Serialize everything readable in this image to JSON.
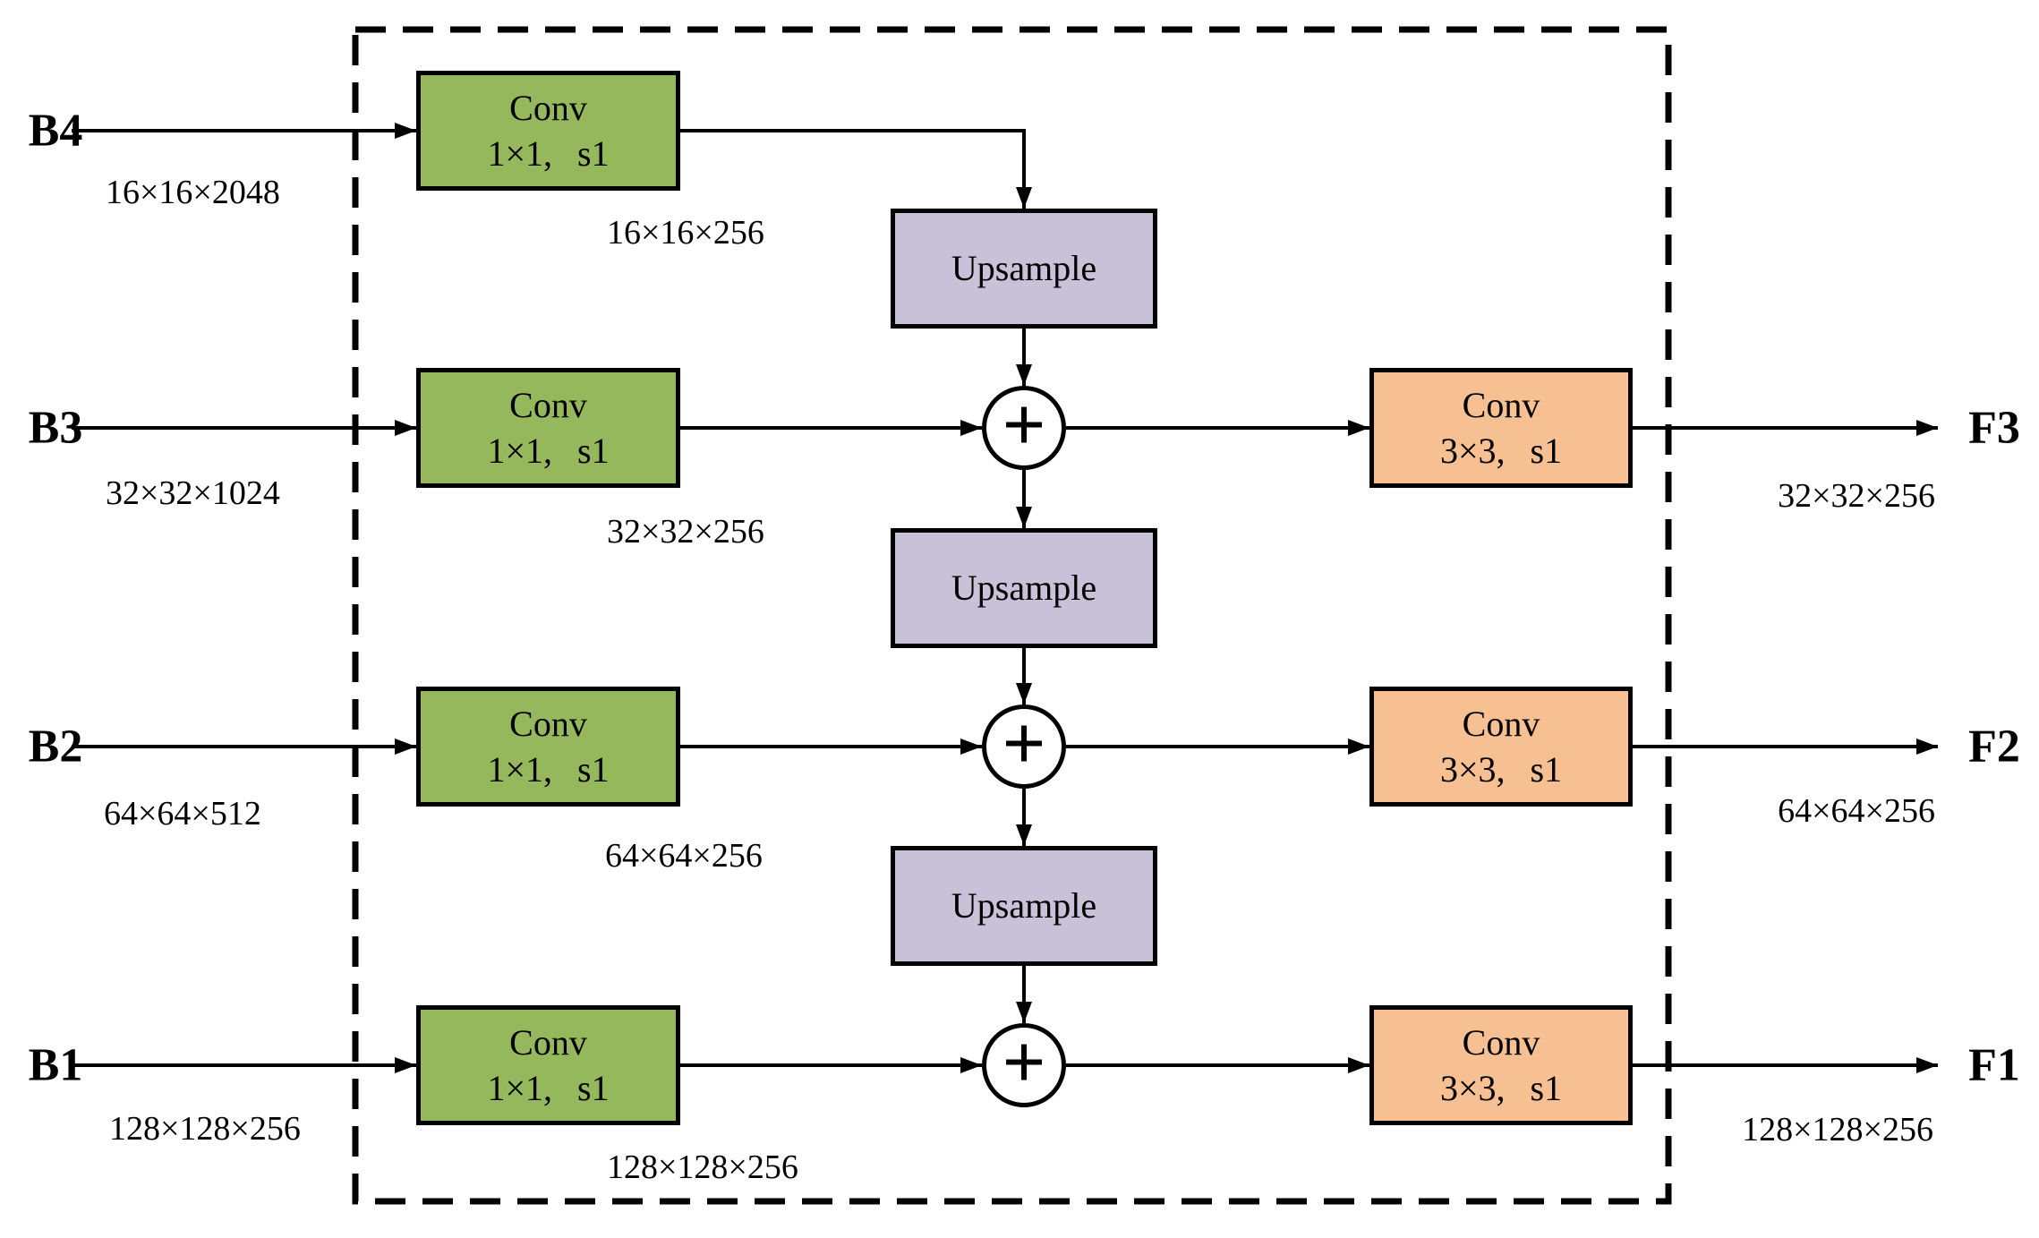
{
  "colors": {
    "conv1x1_fill": "#95B85C",
    "upsample_fill": "#C8C1D8",
    "conv3x3_fill": "#F7C092",
    "line": "#000000",
    "background": "#FFFFFF"
  },
  "inputs": [
    {
      "label": "B4",
      "dim": "16×16×2048"
    },
    {
      "label": "B3",
      "dim": "32×32×1024"
    },
    {
      "label": "B2",
      "dim": "64×64×512"
    },
    {
      "label": "B1",
      "dim": "128×128×256"
    }
  ],
  "conv1x1": {
    "title": "Conv",
    "subtitle": "1×1, s1",
    "output_dims": [
      "16×16×256",
      "32×32×256",
      "64×64×256",
      "128×128×256"
    ]
  },
  "upsample": {
    "label": "Upsample"
  },
  "add": {
    "symbol": "+"
  },
  "conv3x3": {
    "title": "Conv",
    "subtitle": "3×3, s1"
  },
  "outputs": [
    {
      "label": "F3",
      "dim": "32×32×256"
    },
    {
      "label": "F2",
      "dim": "64×64×256"
    },
    {
      "label": "F1",
      "dim": "128×128×256"
    }
  ]
}
